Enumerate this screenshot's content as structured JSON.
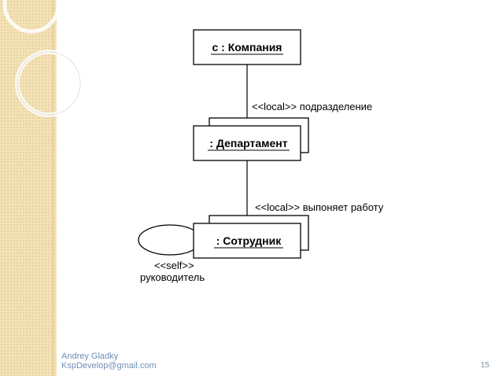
{
  "diagram": {
    "objects": {
      "company": "c : Компания",
      "department": ": Департамент",
      "employee": ": Сотрудник"
    },
    "links": {
      "subdivision": "<<local>> подразделение",
      "performs_work": "<<local>> выпоняет работу",
      "self_stereotype": "<<self>>",
      "self_role": "руководитель"
    }
  },
  "footer": {
    "author": "Andrey Gladky",
    "email": "KspDevelop@gmail.com",
    "page_number": "15"
  }
}
